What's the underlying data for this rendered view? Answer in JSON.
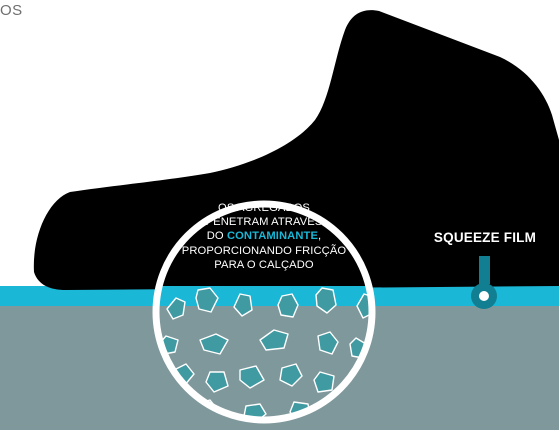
{
  "corner_text": "OS",
  "squeeze_film": {
    "label": "SQUEEZE FILM"
  },
  "callout": {
    "line1": "OS AGREGADOS",
    "line2": "PENETRAM ATRAVÉS",
    "line3_prefix": "DO ",
    "line3_highlight": "CONTAMINANTE",
    "line3_suffix": ",",
    "line4": "PROPORCIONANDO FRICÇÃO",
    "line5": "PARA O CALÇADO"
  },
  "colors": {
    "shoe": "#000000",
    "contaminant_layer": "#1ab7d6",
    "ground": "#7f989c",
    "aggregate_fill": "#3f9aa2",
    "marker": "#117f91",
    "highlight": "#1ab7d6",
    "magnifier_ring": "#ffffff"
  }
}
